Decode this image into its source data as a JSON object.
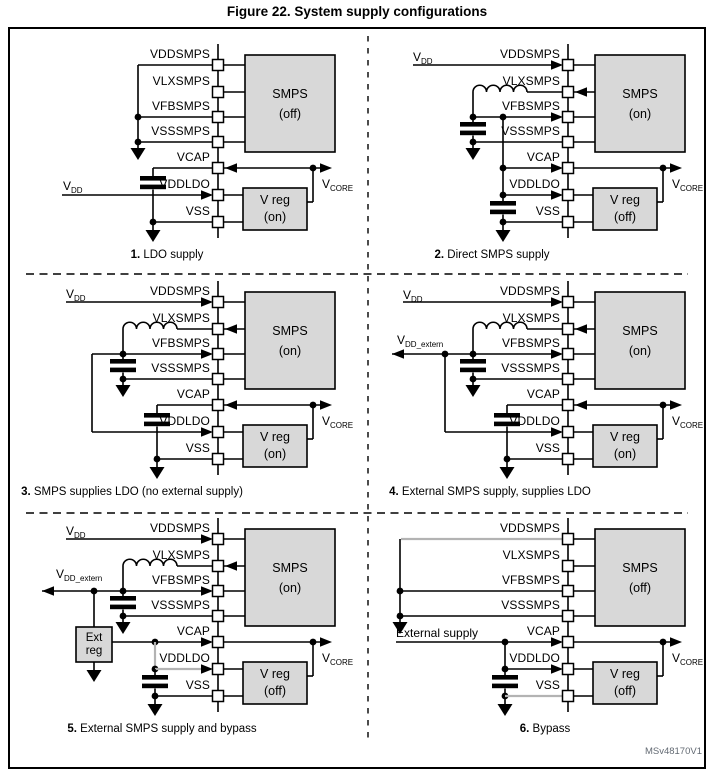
{
  "figure": {
    "title": "Figure 22. System supply configurations",
    "watermark": "MSv48170V1"
  },
  "pins": [
    "VDDSMPS",
    "VLXSMPS",
    "VFBSMPS",
    "VSSSMPS",
    "VCAP",
    "VDDLDO",
    "VSS"
  ],
  "labels": {
    "v": "V",
    "dd": "DD",
    "dd_extern": "DD_extern",
    "core": "CORE",
    "external_supply": "External supply",
    "smps": "SMPS",
    "vreg": "V reg",
    "ext1": "Ext",
    "ext2": "reg",
    "on": "(on)",
    "off": "(off)"
  },
  "panels": [
    {
      "caption": "1. LDO supply",
      "smps_state": "(off)",
      "vreg_state": "(on)"
    },
    {
      "caption": "2. Direct SMPS supply",
      "smps_state": "(on)",
      "vreg_state": "(off)"
    },
    {
      "caption": "3. SMPS supplies LDO (no external supply)",
      "smps_state": "(on)",
      "vreg_state": "(on)"
    },
    {
      "caption": "4. External SMPS supply, supplies LDO",
      "smps_state": "(on)",
      "vreg_state": "(on)"
    },
    {
      "caption": "5. External SMPS supply and  bypass",
      "smps_state": "(on)",
      "vreg_state": "(off)"
    },
    {
      "caption": "6. Bypass",
      "smps_state": "(off)",
      "vreg_state": "(off)"
    }
  ],
  "colors": {
    "wire": "#000000",
    "gray_wire": "#b3b3b3",
    "box_fill": "#d8d8d8",
    "pin_fill": "#ffffff"
  }
}
